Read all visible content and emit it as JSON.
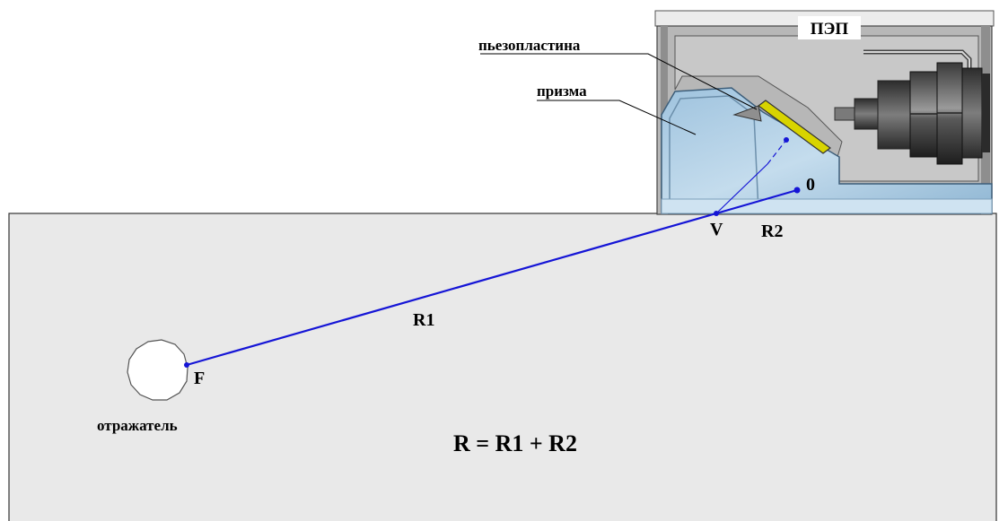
{
  "labels": {
    "probe": "ПЭП",
    "piezo_plate": "пьезопластина",
    "prism": "призма",
    "reflector": "отражатель",
    "formula": "R = R1 + R2",
    "point_origin": "0",
    "point_exit": "V",
    "point_focus": "F",
    "segment_r1": "R1",
    "segment_r2": "R2"
  },
  "colors": {
    "beam": "#1515d6",
    "test_block": "#e9e9e9",
    "probe_housing": "#b3b3b3",
    "housing_inner": "#c9c9c9",
    "prism": "#a8c8df",
    "piezo": "#d8d400",
    "background": "#ffffff"
  },
  "icons": {
    "connector": "bnc-connector-icon",
    "reflector": "circle-reflector-icon"
  }
}
